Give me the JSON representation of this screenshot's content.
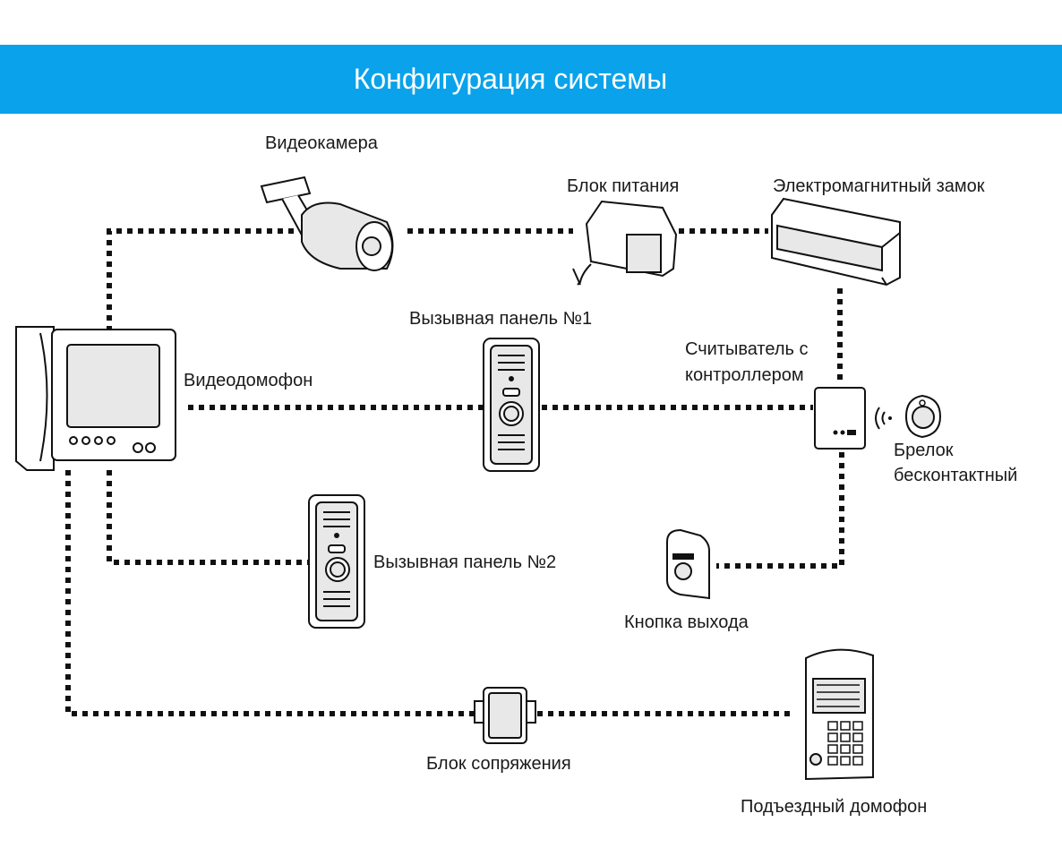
{
  "header": {
    "title": "Конфигурация системы"
  },
  "labels": {
    "camera": "Видеокамера",
    "power": "Блок питания",
    "lock": "Электромагнитный замок",
    "panel1": "Вызывная панель №1",
    "monitor": "Видеодомофон",
    "reader": [
      "Считыватель с",
      "контроллером"
    ],
    "fob": [
      "Брелок",
      "бесконтактный"
    ],
    "panel2": "Вызывная панель №2",
    "exit_button": "Кнопка выхода",
    "interface": "Блок сопряжения",
    "entrance_intercom": "Подъездный домофон"
  },
  "colors": {
    "header": "#0aa2ea",
    "wire": "#111111"
  }
}
